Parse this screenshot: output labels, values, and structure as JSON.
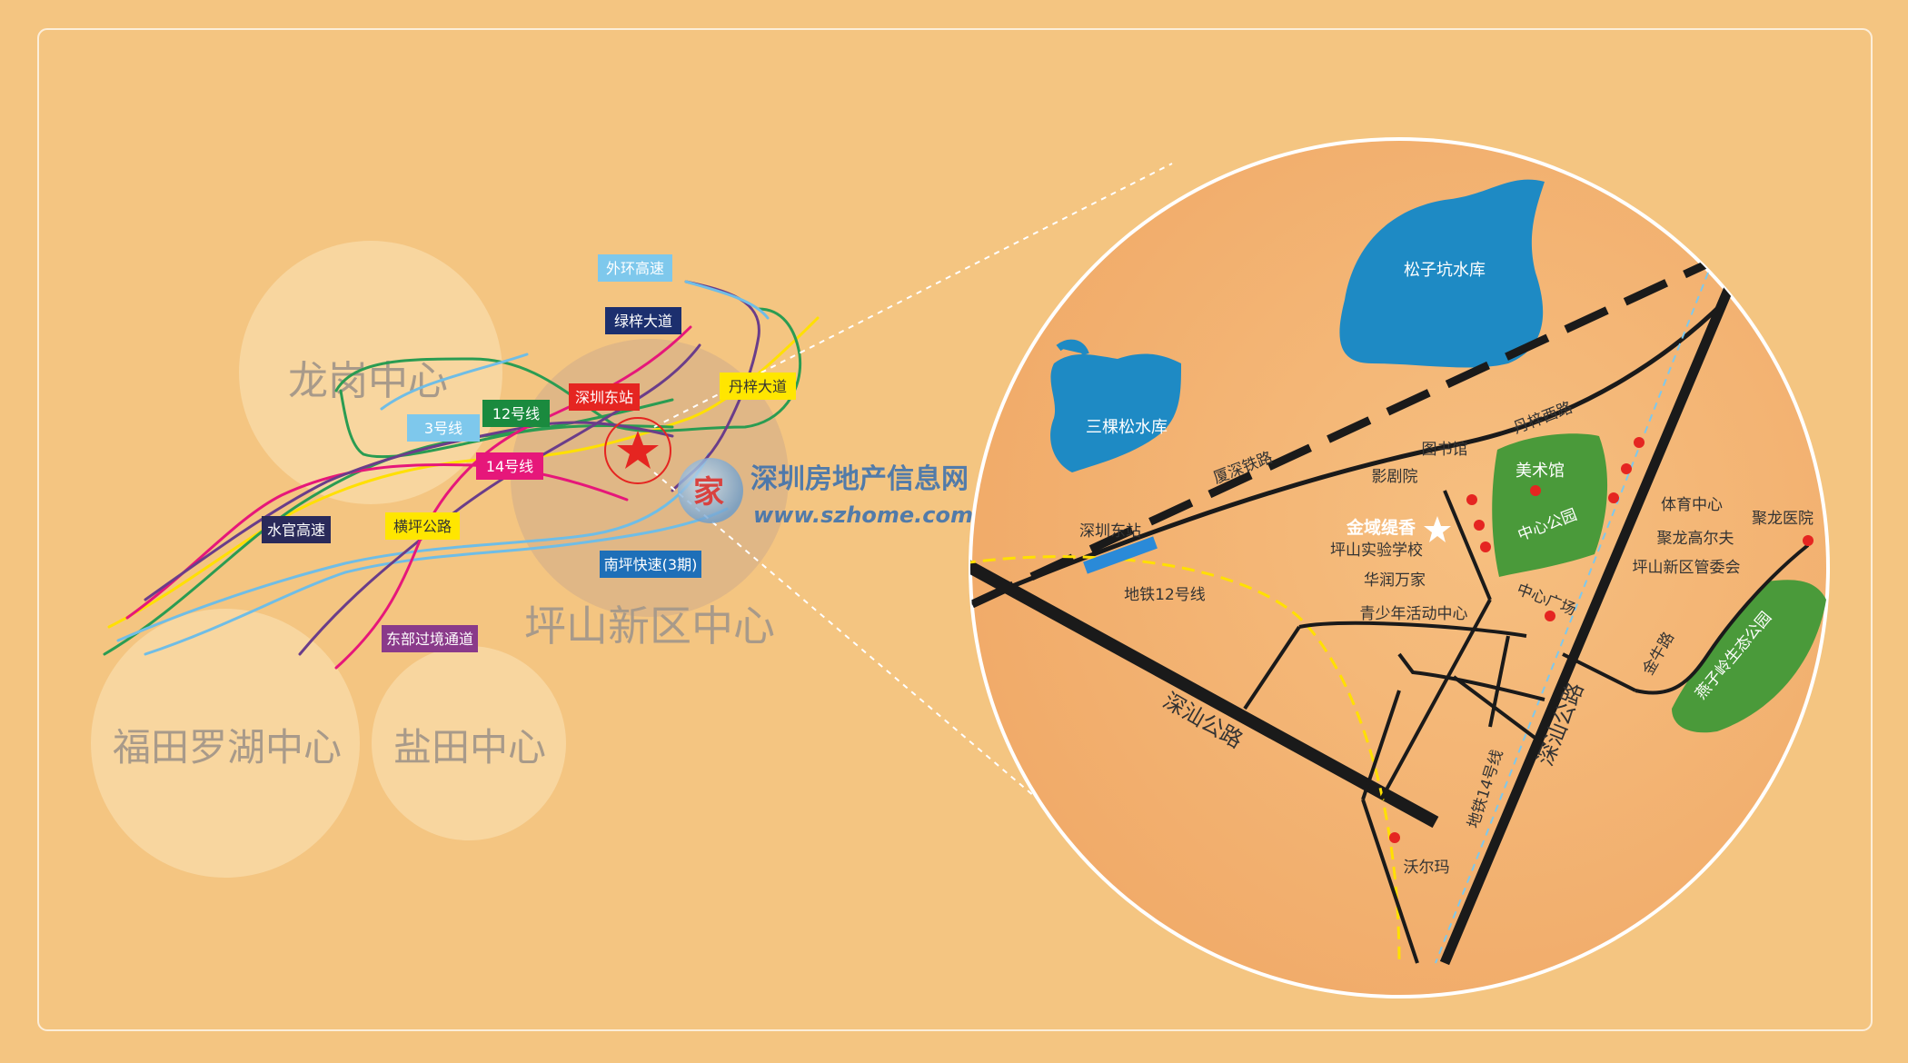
{
  "regions": {
    "longgang": "龙岗中心",
    "futian_luohu": "福田罗湖中心",
    "yantian": "盐田中心",
    "pingshan": "坪山新区中心"
  },
  "route_labels": {
    "waihuan": "外环高速",
    "lvzi": "绿梓大道",
    "danzi": "丹梓大道",
    "shenzhen_east": "深圳东站",
    "line3": "3号线",
    "line12": "12号线",
    "line14": "14号线",
    "shuiguan": "水官高速",
    "hengping": "横坪公路",
    "nanping": "南坪快速(3期)",
    "dongbu": "东部过境通道"
  },
  "watermark": {
    "name": "深圳房地产信息网",
    "url": "www.szhome.com"
  },
  "detail_map": {
    "songzikeng": "松子坑水库",
    "sankesong": "三棵松水库",
    "xiashen": "厦深铁路",
    "danzi_west": "丹梓西路",
    "library": "图书馆",
    "cinema": "影剧院",
    "art_museum": "美术馆",
    "central_park": "中心公园",
    "sports_center": "体育中心",
    "julong_golf": "聚龙高尔夫",
    "mgmt_committee": "坪山新区管委会",
    "julong_hospital": "聚龙医院",
    "shenzhen_east_station": "深圳东站",
    "project": "金域缇香",
    "experimental_school": "坪山实验学校",
    "crv": "华润万家",
    "youth_center": "青少年活动中心",
    "central_square": "中心广场",
    "metro12": "地铁12号线",
    "shenshan_road_1": "深汕公路",
    "shenshan_road_2": "深汕公路",
    "metro14": "地铁14号线",
    "walmart": "沃尔玛",
    "jinniu_road": "金牛路",
    "yanziling_park": "燕子岭生态公园"
  },
  "colors": {
    "background": "#f4c581",
    "circle_fill": "#f3ad6c",
    "region_circle": "#f8d7a3",
    "park_green": "#4a9a3a",
    "water_blue": "#1e8ac4",
    "red_dot": "#e52521",
    "star_red": "#e52521"
  }
}
